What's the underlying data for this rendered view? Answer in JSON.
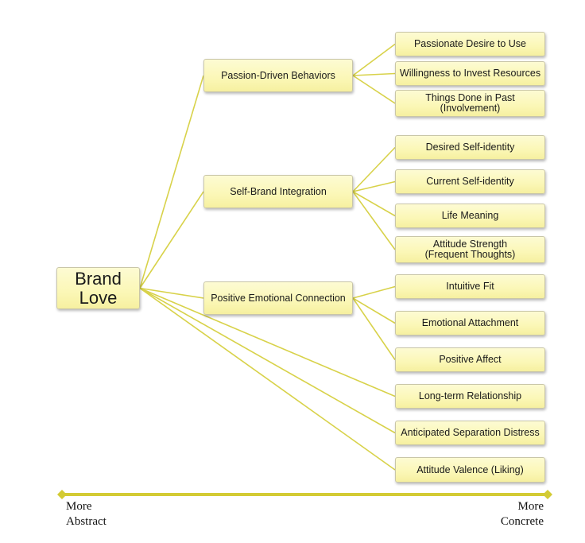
{
  "diagram": {
    "title": "Brand Love",
    "colors": {
      "connector": "#d8d24a",
      "axis": "#d3cb34",
      "node_fill": "#fbf7b6",
      "node_border": "#c9c6a8"
    },
    "root": {
      "id": "brand-love",
      "label": "Brand\nLove"
    },
    "branches": [
      {
        "id": "passion-driven-behaviors",
        "label": "Passion-Driven Behaviors",
        "children": [
          {
            "id": "passionate-desire-to-use",
            "label": "Passionate Desire to Use"
          },
          {
            "id": "willingness-to-invest-resources",
            "label": "Willingness to Invest Resources"
          },
          {
            "id": "things-done-in-past",
            "label": "Things Done in Past\n(Involvement)"
          }
        ]
      },
      {
        "id": "self-brand-integration",
        "label": "Self-Brand Integration",
        "children": [
          {
            "id": "desired-self-identity",
            "label": "Desired Self-identity"
          },
          {
            "id": "current-self-identity",
            "label": "Current Self-identity"
          },
          {
            "id": "life-meaning",
            "label": "Life Meaning"
          },
          {
            "id": "attitude-strength",
            "label": "Attitude Strength\n(Frequent Thoughts)"
          }
        ]
      },
      {
        "id": "positive-emotional-connection",
        "label": "Positive Emotional Connection",
        "children": [
          {
            "id": "intuitive-fit",
            "label": "Intuitive Fit"
          },
          {
            "id": "emotional-attachment",
            "label": "Emotional Attachment"
          },
          {
            "id": "positive-affect",
            "label": "Positive Affect"
          }
        ]
      }
    ],
    "direct_children": [
      {
        "id": "long-term-relationship",
        "label": "Long-term Relationship"
      },
      {
        "id": "anticipated-separation-distress",
        "label": "Anticipated Separation Distress"
      },
      {
        "id": "attitude-valence",
        "label": "Attitude Valence (Liking)"
      }
    ],
    "axis": {
      "left_label": "More\nAbstract",
      "right_label": "More\nConcrete"
    }
  }
}
